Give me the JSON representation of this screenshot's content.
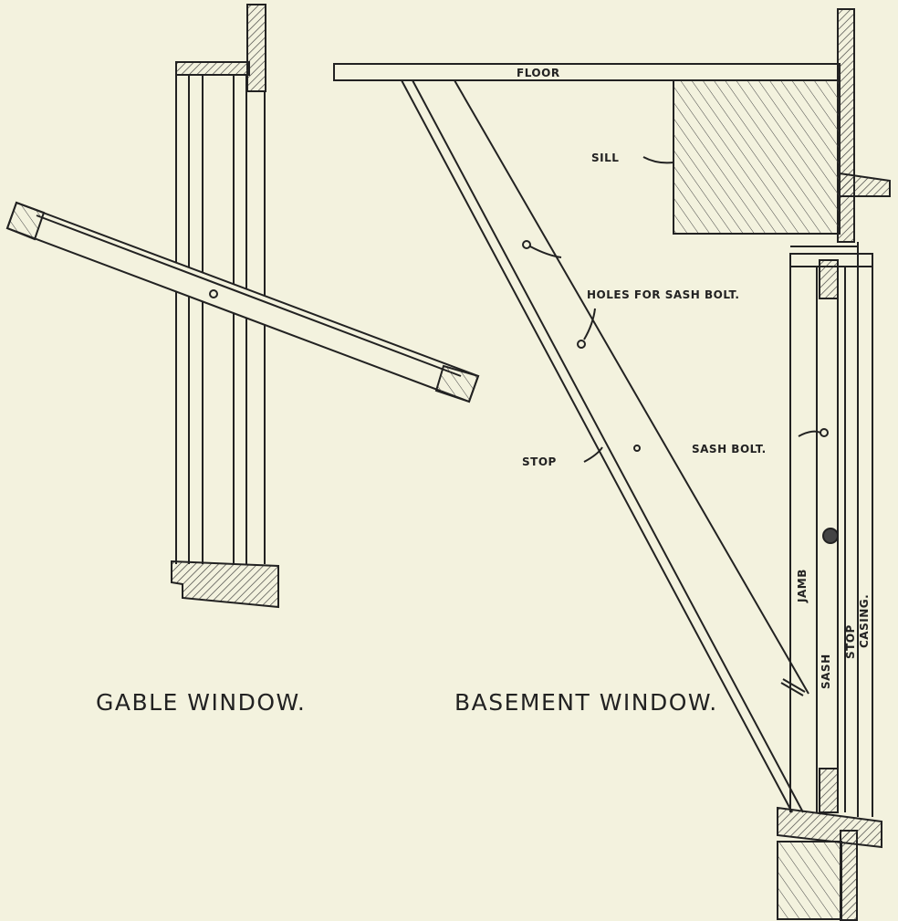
{
  "labels": {
    "floor": "FLOOR",
    "sill": "SILL",
    "holes_for_sash_bolt": "HOLES FOR SASH BOLT.",
    "stop_left": "STOP",
    "sash_bolt": "SASH BOLT.",
    "jamb": "JAMB",
    "sash": "SASH",
    "stop_right": "STOP",
    "casing": "CASING.",
    "gable_window": "GABLE WINDOW.",
    "basement_window": "BASEMENT WINDOW."
  },
  "colors": {
    "paper": "#f3f2de",
    "ink": "#222222"
  }
}
